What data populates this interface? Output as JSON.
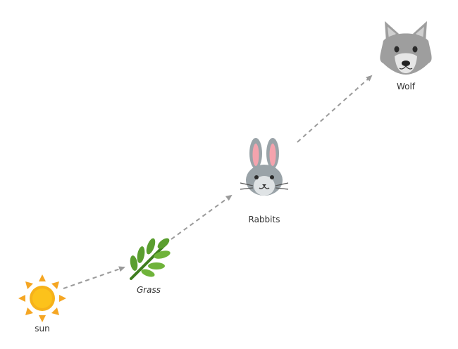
{
  "nodes": [
    {
      "id": "sun",
      "label": "sun",
      "icon": "sun-icon"
    },
    {
      "id": "grass",
      "label": "Grass",
      "icon": "grass-icon"
    },
    {
      "id": "rabbits",
      "label": "Rabbits",
      "icon": "rabbit-icon"
    },
    {
      "id": "wolf",
      "label": "Wolf",
      "icon": "wolf-icon"
    }
  ],
  "edges": [
    {
      "from": "sun",
      "to": "grass"
    },
    {
      "from": "grass",
      "to": "rabbits"
    },
    {
      "from": "rabbits",
      "to": "wolf"
    }
  ],
  "colors": {
    "arrow": "#9a9a9a",
    "sun": "#f6b21a",
    "sun_rays": "#f5a623",
    "leaf": "#5a9e2f",
    "leaf_dark": "#3f7d1f",
    "fur": "#9aa3a8",
    "fur_light": "#dfe3e5",
    "ear_inner": "#f4a3ad",
    "wolf_fur": "#9e9e9e",
    "wolf_light": "#e6e6e6"
  }
}
